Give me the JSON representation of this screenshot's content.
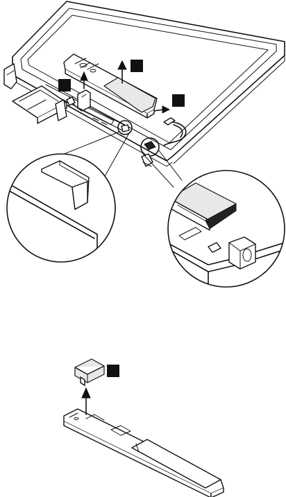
{
  "figure": {
    "callouts": [
      {
        "id": "c1",
        "label": ""
      },
      {
        "id": "c2",
        "label": ""
      },
      {
        "id": "c3",
        "label": ""
      },
      {
        "id": "c4",
        "label": ""
      }
    ],
    "colors": {
      "line": "#111111",
      "background": "#ffffff",
      "callout": "#111111"
    }
  }
}
